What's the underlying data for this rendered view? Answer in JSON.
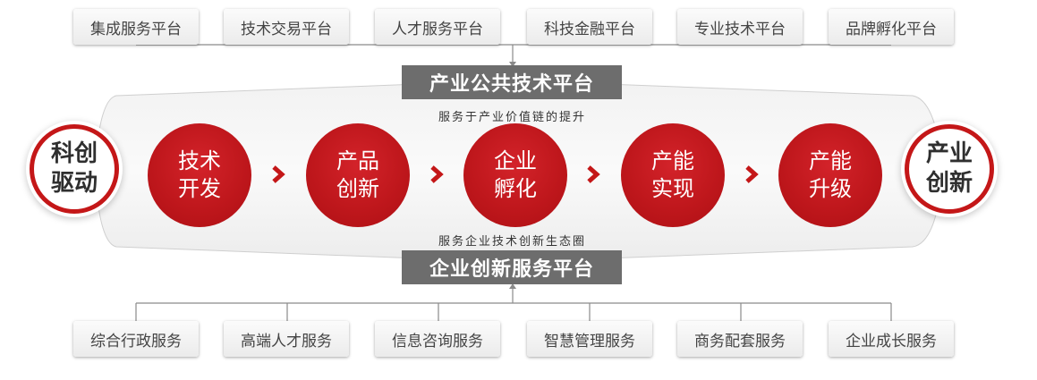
{
  "top_platforms": [
    "集成服务平台",
    "技术交易平台",
    "人才服务平台",
    "科技金融平台",
    "专业技术平台",
    "品牌孵化平台"
  ],
  "top_bar": "产业公共技术平台",
  "top_caption": "服务于产业价值链的提升",
  "start_node": {
    "line1": "科创",
    "line2": "驱动"
  },
  "stages": [
    {
      "line1": "技术",
      "line2": "开发"
    },
    {
      "line1": "产品",
      "line2": "创新"
    },
    {
      "line1": "企业",
      "line2": "孵化"
    },
    {
      "line1": "产能",
      "line2": "实现"
    },
    {
      "line1": "产能",
      "line2": "升级"
    }
  ],
  "end_node": {
    "line1": "产业",
    "line2": "创新"
  },
  "bottom_caption": "服务企业技术创新生态圈",
  "bottom_bar": "企业创新服务平台",
  "bottom_services": [
    "综合行政服务",
    "高端人才服务",
    "信息咨询服务",
    "智慧管理服务",
    "商务配套服务",
    "企业成长服务"
  ],
  "colors": {
    "accent_red": "#c41718",
    "bar_gray": "#6d6d6d",
    "band_gray": "#f0f0f0"
  }
}
